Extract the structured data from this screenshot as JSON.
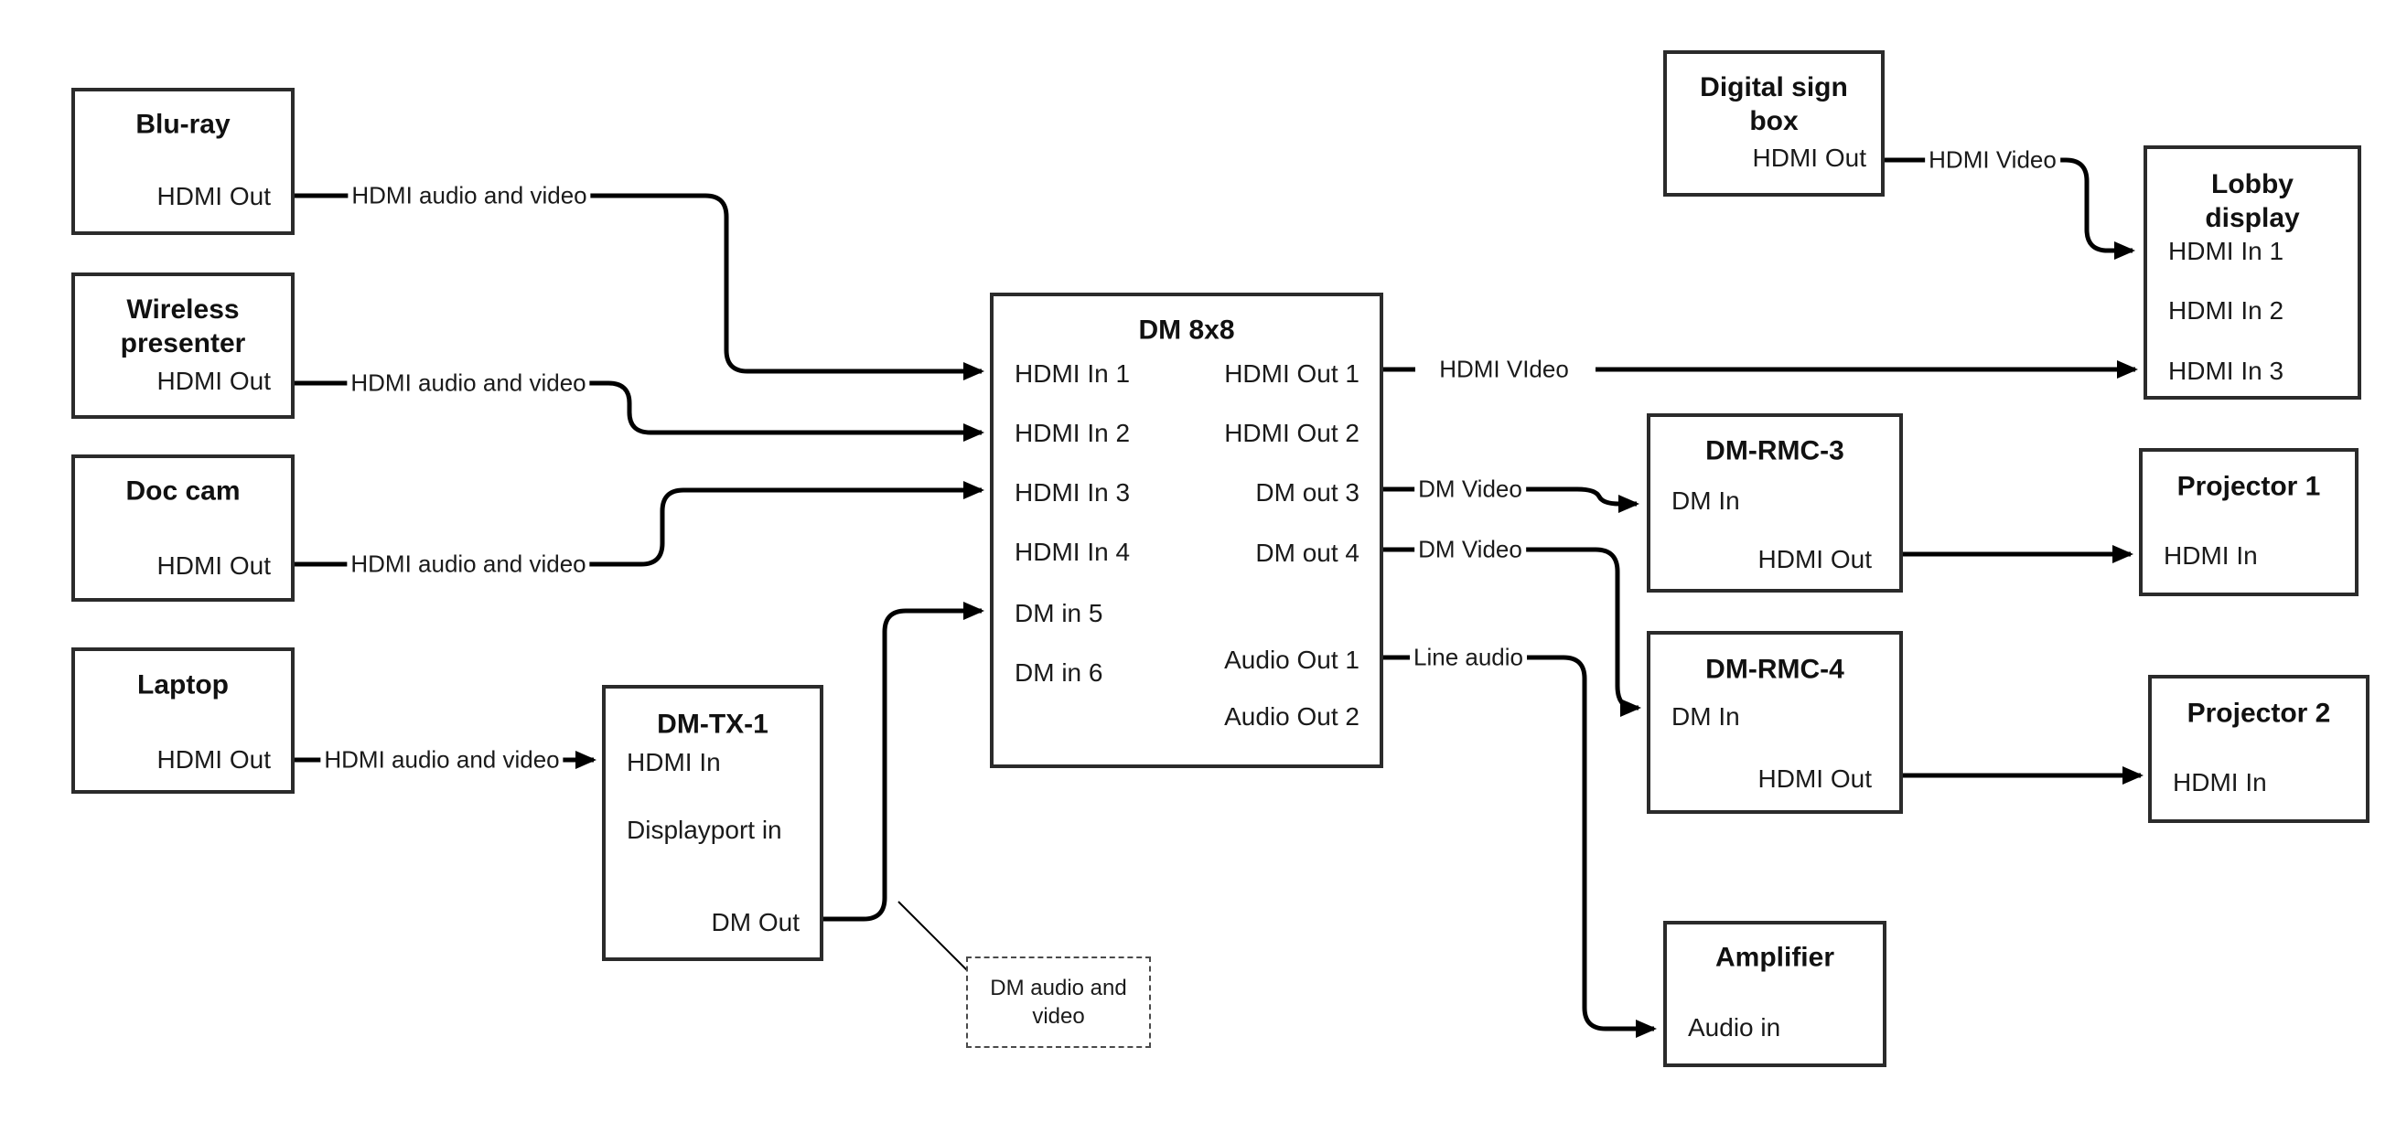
{
  "boxes": {
    "blu_ray": {
      "title": "Blu-ray",
      "ports": {
        "hdmi_out": "HDMI Out"
      }
    },
    "wireless_presenter": {
      "title": "Wireless\npresenter",
      "ports": {
        "hdmi_out": "HDMI Out"
      }
    },
    "doc_cam": {
      "title": "Doc cam",
      "ports": {
        "hdmi_out": "HDMI Out"
      }
    },
    "laptop": {
      "title": "Laptop",
      "ports": {
        "hdmi_out": "HDMI Out"
      }
    },
    "dm_tx_1": {
      "title": "DM-TX-1",
      "ports": {
        "hdmi_in": "HDMI In",
        "displayport_in": "Displayport in",
        "dm_out": "DM Out"
      }
    },
    "dm_8x8": {
      "title": "DM 8x8",
      "ports": {
        "hdmi_in_1": "HDMI In 1",
        "hdmi_in_2": "HDMI In 2",
        "hdmi_in_3": "HDMI In 3",
        "hdmi_in_4": "HDMI In 4",
        "dm_in_5": "DM in 5",
        "dm_in_6": "DM in 6",
        "hdmi_out_1": "HDMI Out 1",
        "hdmi_out_2": "HDMI Out 2",
        "dm_out_3": "DM out 3",
        "dm_out_4": "DM out 4",
        "audio_out_1": "Audio Out 1",
        "audio_out_2": "Audio Out 2"
      }
    },
    "digital_sign_box": {
      "title": "Digital sign\nbox",
      "ports": {
        "hdmi_out": "HDMI Out"
      }
    },
    "lobby_display": {
      "title": "Lobby\ndisplay",
      "ports": {
        "hdmi_in_1": "HDMI In 1",
        "hdmi_in_2": "HDMI In 2",
        "hdmi_in_3": "HDMI In 3"
      }
    },
    "dm_rmc_3": {
      "title": "DM-RMC-3",
      "ports": {
        "dm_in": "DM In",
        "hdmi_out": "HDMI Out"
      }
    },
    "projector_1": {
      "title": "Projector 1",
      "ports": {
        "hdmi_in": "HDMI In"
      }
    },
    "dm_rmc_4": {
      "title": "DM-RMC-4",
      "ports": {
        "dm_in": "DM In",
        "hdmi_out": "HDMI Out"
      }
    },
    "projector_2": {
      "title": "Projector 2",
      "ports": {
        "hdmi_in": "HDMI In"
      }
    },
    "amplifier": {
      "title": "Amplifier",
      "ports": {
        "audio_in": "Audio in"
      }
    }
  },
  "connections": {
    "bluray_dm8x8": "HDMI audio and video",
    "wireless_dm8x8": "HDMI audio and video",
    "doccam_dm8x8": "HDMI audio and video",
    "laptop_dmtx1": "HDMI audio and video",
    "hdmiout1_lobby": "HDMI VIdeo",
    "digitalsign_lobby": "HDMI Video",
    "dmout3_rmc3": "DM Video",
    "dmout4_rmc4": "DM Video",
    "audioout1_amp": "Line audio"
  },
  "callout": {
    "text": "DM audio and\nvideo"
  },
  "colors": {
    "line": "#000000",
    "box_border": "#2b2b2b",
    "text": "#1a1a1a",
    "background": "#ffffff"
  }
}
